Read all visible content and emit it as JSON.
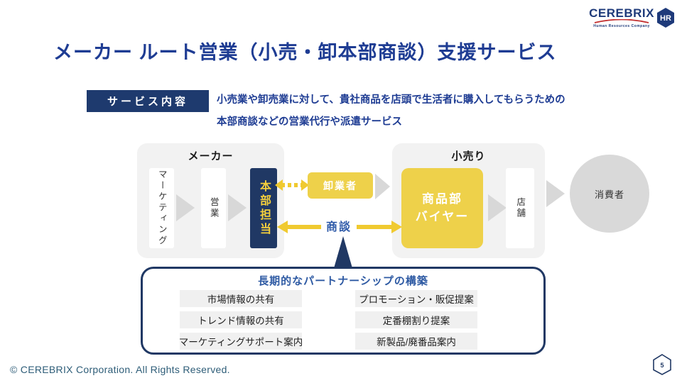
{
  "slide": {
    "title": "メーカー ルート営業（小売・卸本部商談）支援サービス",
    "footer": "© CEREBRIX Corporation. All Rights Reserved.",
    "page_number": "5"
  },
  "logo": {
    "name": "CEREBRIX",
    "tagline": "Human Resources Company",
    "emblem": "HR"
  },
  "service": {
    "label": "サービス内容",
    "description_line1": "小売業や卸売業に対して、貴社商品を店頭で生活者に購入してもらうための",
    "description_line2": "本部商談などの営業代行や派遣サービス"
  },
  "diagram": {
    "maker": {
      "label": "メーカー",
      "marketing": "マーケティング",
      "sales": "営業",
      "hq": "本部担当"
    },
    "wholesaler_label": "卸業者",
    "negotiation_label": "商談",
    "retail": {
      "label": "小売り",
      "buyer_line1": "商品部",
      "buyer_line2": "バイヤー",
      "store": "店舗"
    },
    "consumer_label": "消費者"
  },
  "partnership": {
    "title": "長期的なパートナーシップの構築",
    "left_items": [
      "市場情報の共有",
      "トレンド情報の共有",
      "マーケティングサポート案内"
    ],
    "right_items": [
      "プロモーション・販促提案",
      "定番棚割り提案",
      "新製品/廃番品案内"
    ]
  },
  "colors": {
    "title_blue": "#1e3c93",
    "dark_navy": "#203864",
    "service_navy": "#1e3a6e",
    "accent_yellow": "#eed14a",
    "arrow_yellow": "#f0ca30",
    "light_gray": "#f2f2f2",
    "arrow_gray": "#d8d8d8",
    "footer_blue": "#2e5d78"
  }
}
